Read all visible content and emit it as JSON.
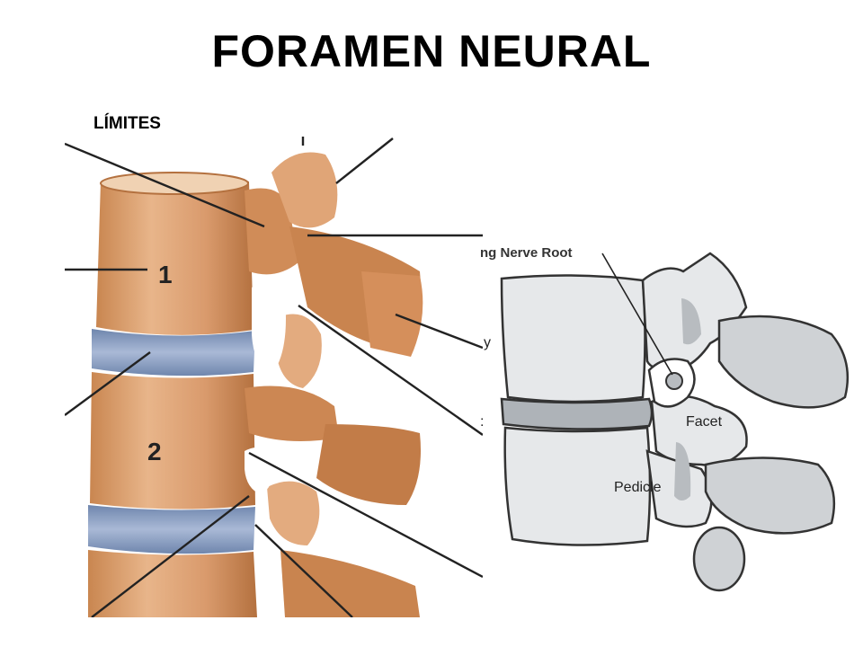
{
  "slide": {
    "title": "FORAMEN NEURAL",
    "subtitle": "LÍMITES"
  },
  "left_illustration": {
    "vertebra_labels": [
      "1",
      "2"
    ]
  },
  "right_diagram": {
    "labels": {
      "nerve_root": "ng Nerve Root",
      "facet": "Facet",
      "pedicle": "Pedicle"
    },
    "cut_label_fragments": [
      "y",
      ":"
    ]
  },
  "colors": {
    "bone": "#d99a6c",
    "bone_dark": "#b4713f",
    "disc": "#8ea3c4",
    "diagram_bone": "#e6e8ea",
    "diagram_shadow": "#b8bcc0",
    "line": "#222222"
  }
}
